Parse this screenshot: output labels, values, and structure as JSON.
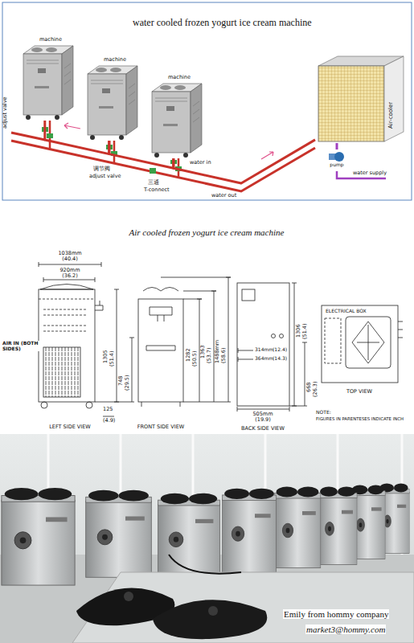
{
  "diagram": {
    "title": "water cooled frozen yogurt ice cream machine",
    "nodes": [
      {
        "text": [
          "machine"
        ]
      },
      {
        "text": [
          "machine"
        ]
      },
      {
        "text": [
          "machine"
        ]
      },
      {
        "text": [
          "Air-cooler"
        ]
      },
      {
        "text": [
          "pump"
        ]
      }
    ],
    "edges": [
      {
        "from": 0,
        "to": 1,
        "arrow": "none"
      },
      {
        "from": 1,
        "to": 2,
        "arrow": "none"
      },
      {
        "from": 2,
        "to": 3,
        "arrow": "none"
      },
      {
        "from": 4,
        "to": 3,
        "arrow": "none"
      }
    ],
    "labels": [
      "adjust valve",
      "调节阀",
      "adjust valve",
      "三通",
      "T-connect",
      "water in",
      "water out",
      "water supply",
      "Air cooled frozen yogurt ice cream machine",
      "1038mm",
      "(40.4)",
      "920mm",
      "(36.2)",
      "AIR IN (BOTH SIDES)",
      "1305",
      "(51.4)",
      "748",
      "(29.5)",
      "125",
      "(4.9)",
      "LEFT SIDE VIEW",
      "1282",
      "(50.5)",
      "1363",
      "(53.7)",
      "1488mm",
      "(58.6)",
      "FRONT SIDE VIEW",
      "314mm",
      "(12.4)",
      "364mm",
      "(14.3)",
      "505mm",
      "(19.9)",
      "BACK SIDE VIEW",
      "1306",
      "(51.4)",
      "668",
      "(26.3)",
      "ELECTRICAL BOX",
      "TOP VIEW",
      "NOTE:",
      "FIGURES IN PARENTESES INDICATE INCH",
      "Emily from hommy company",
      "market3@hommy.com"
    ]
  }
}
